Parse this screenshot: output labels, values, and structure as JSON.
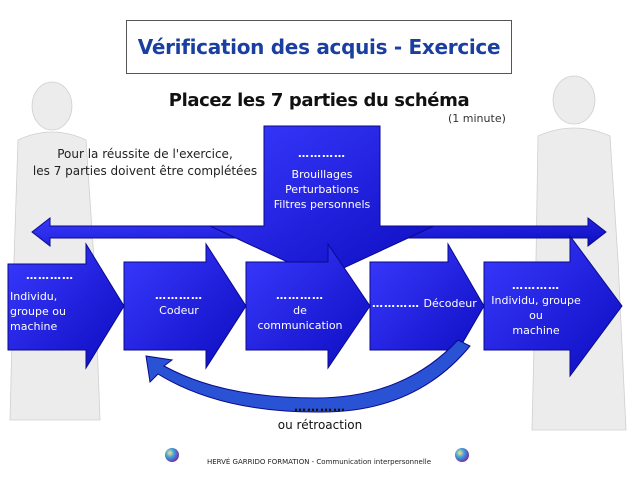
{
  "title": "Vérification des acquis - Exercice",
  "subtitle": "Placez les 7 parties du schéma",
  "duration": "(1 minute)",
  "instruction": {
    "line1": "Pour la réussite de l'exercice,",
    "line2": "les 7 parties doivent être complétées"
  },
  "noise": {
    "blank": "…………",
    "line1": "Brouillages",
    "line2": "Perturbations",
    "line3": "Filtres personnels"
  },
  "sender": {
    "blank": "…………",
    "line1": "Individu, groupe ou",
    "line2": "machine"
  },
  "encoder": {
    "blank": "…………",
    "label": "Codeur"
  },
  "channel": {
    "blank": "…………",
    "label": "de communication"
  },
  "decoder": {
    "blank": "…………",
    "label": "Décodeur"
  },
  "receiver": {
    "blank": "…………",
    "line1": "Individu, groupe ou",
    "line2": "machine"
  },
  "feedback": {
    "blank": "…………",
    "label": "ou rétroaction"
  },
  "footer": "HERVÉ GARRIDO FORMATION - Communication interpersonnelle",
  "colors": {
    "arrow_fill": "#1a1ae0",
    "arrow_dark": "#0a0a8a",
    "title_color": "#1a3fa0",
    "feedback_arrow": "#2a52d4"
  }
}
